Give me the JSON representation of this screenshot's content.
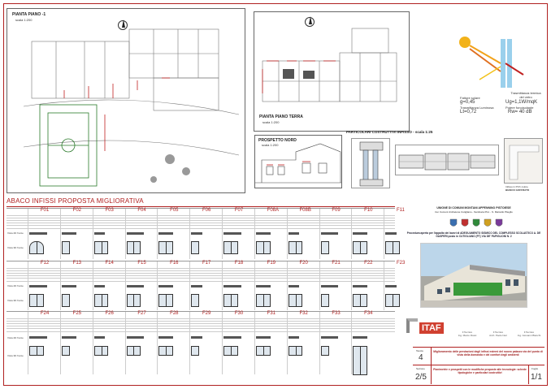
{
  "plans": {
    "first_floor": {
      "title": "PIANTA PIANO -1",
      "scale": "scala 1:200"
    },
    "ground_floor": {
      "title": "PIANTA PIANO TERRA",
      "scale": "scala 1:200"
    },
    "north_elevation": {
      "title": "PROSPETTO NORD",
      "scale": "scala 1:200"
    },
    "details": {
      "title": "PARTICOLARI COSTRUTTIVI INFISSO - scala 1:25"
    },
    "profile_caption": [
      "Infisso in PVC colore",
      "BIANCO GOFFRATO"
    ]
  },
  "glass": {
    "solar_factor_label": [
      "Fattore solare",
      "g=0,45",
      "Trasmittanza Luminosa",
      "Lt=0,72"
    ],
    "thermal_label": [
      "Trasmittanza termica",
      "del vetro",
      "Ug=1,1W/mqK",
      "Potere fonoisolante",
      "Rw= 40 dB"
    ]
  },
  "abaco": {
    "title": "ABACO INFISSI PROPOSTA MIGLIORATIVA",
    "rows": [
      {
        "codes": [
          "F01",
          "F02",
          "F03",
          "F04",
          "F05",
          "F06",
          "F07",
          "F08A",
          "F08B",
          "F09",
          "F10",
          "F11"
        ]
      },
      {
        "codes": [
          "F12",
          "F13",
          "F14",
          "F15",
          "F16",
          "F17",
          "F18",
          "F19",
          "F20",
          "F21",
          "F22",
          "F23"
        ]
      },
      {
        "codes": [
          "F24",
          "F25",
          "F26",
          "F27",
          "F28",
          "F29",
          "F30",
          "F31",
          "F32",
          "F33",
          "F34"
        ]
      }
    ],
    "row_labels": [
      "Vista 2D fronte",
      "Vista 3D fronte"
    ]
  },
  "entity": {
    "name": "UNIONE DI COMUNI MONTANI APPENNINO PISTOIESE",
    "members": "tra i Comuni di Abetone Cutigliano - Sambuca Pist. - S. Marcello Piteglio",
    "procedure": "Procedura aperta per l'appalto dei lavori di ADEGUAMENTO SISMICO DEL COMPLESSO SCOLASTICO A. DE GASPERI posto in CUTIGLIANO (PT) VIA DE' PAPIGLIONI N. 2"
  },
  "titleblock": {
    "logo": "ITAF",
    "signatures": [
      "Il Tecnico\nIng. Marco Rossi",
      "Il Tecnico\nArch. Paolo Neri",
      "Il Tecnico\nIng. Giovanni Bianchi"
    ],
    "tavola_label": "Tavola",
    "tavola": "4",
    "section_label": "Sezione",
    "section": "2/5",
    "sheet_label": "Foglio",
    "sheet": "1/1",
    "improvement": "Miglioramento delle prestazioni degli infissi esterni del nuovo palazzo via del punto di vista della domanda e del comfort degli ambienti",
    "note": "Planimetrie e prospetti con le modifiche proposte alle tecnologie: schede tipologiche e particolari costruttivi"
  }
}
